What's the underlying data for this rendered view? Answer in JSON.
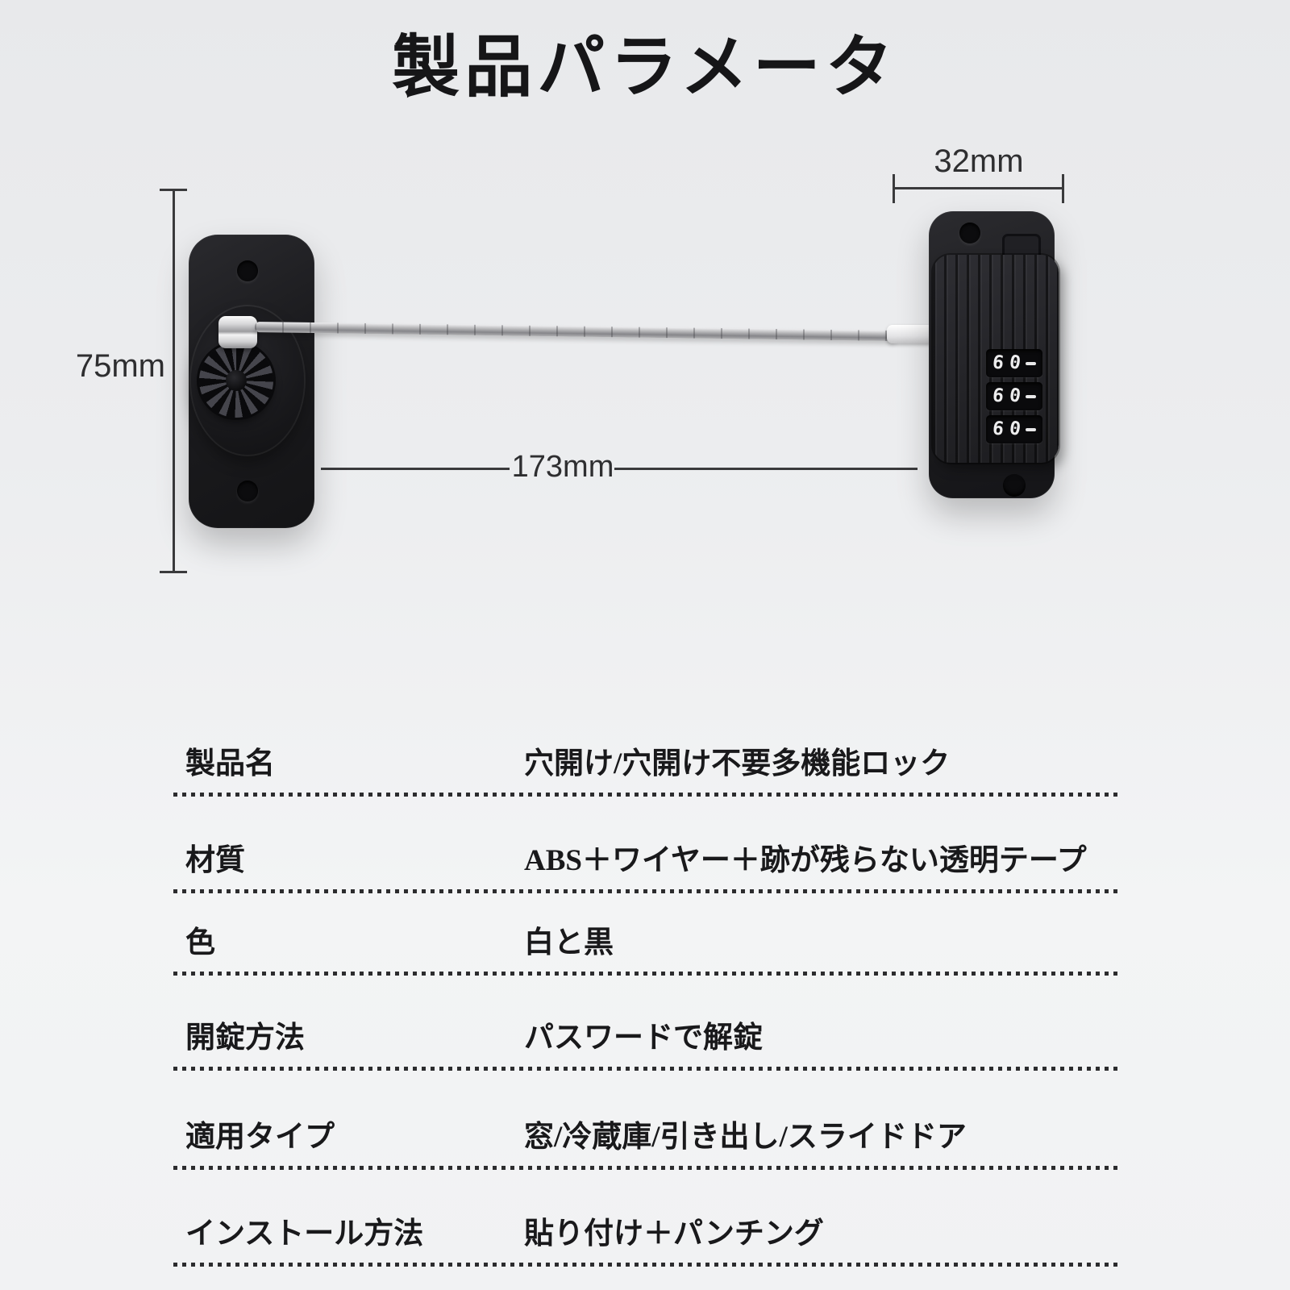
{
  "title": "製品パラメータ",
  "diagram": {
    "dim_height_label": "75mm",
    "dim_width_label": "32mm",
    "dim_length_label": "173mm",
    "dial_rows": [
      {
        "d1": "6",
        "d2": "0"
      },
      {
        "d1": "6",
        "d2": "0"
      },
      {
        "d1": "6",
        "d2": "0"
      }
    ]
  },
  "specs": [
    {
      "label": "製品名",
      "value": "穴開け/穴開け不要多機能ロック"
    },
    {
      "label": "材質",
      "value": "ABS＋ワイヤー＋跡が残らない透明テープ"
    },
    {
      "label": "色",
      "value": "白と黒"
    },
    {
      "label": "開錠方法",
      "value": "パスワードで解錠"
    },
    {
      "label": "適用タイプ",
      "value": "窓/冷蔵庫/引き出し/スライドドア"
    },
    {
      "label": "インストール方法",
      "value": "貼り付け＋パンチング"
    }
  ],
  "colors": {
    "background": "#ecedef",
    "ink": "#1c1c1e",
    "dimension_line": "#3a3a3c",
    "product_black": "#1c1c1f",
    "cable_silver": "#b9b9bb"
  }
}
